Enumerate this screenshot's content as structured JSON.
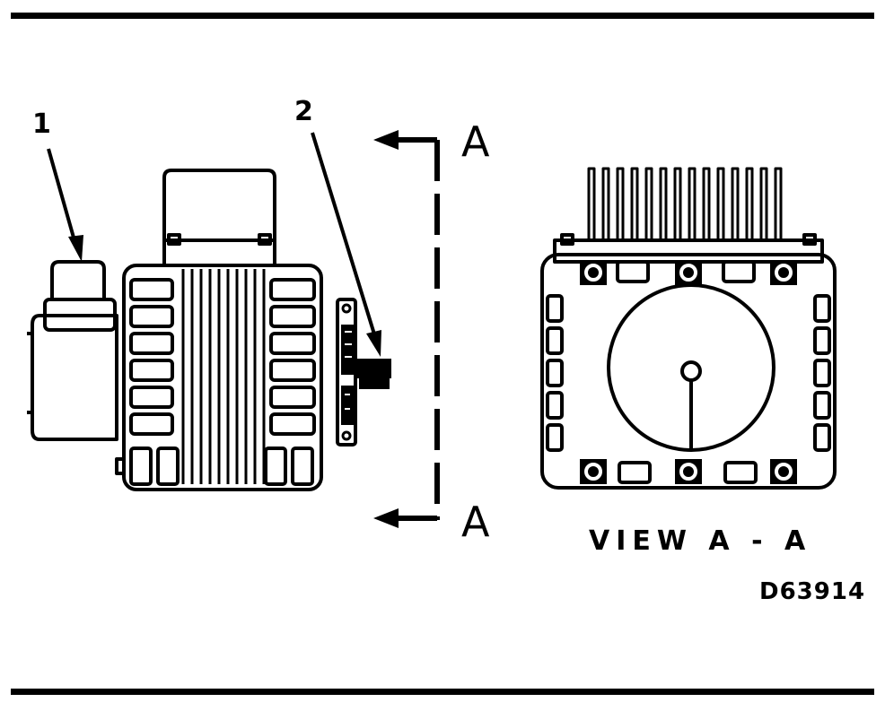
{
  "callouts": [
    "1",
    "2"
  ],
  "section": {
    "top_letter": "A",
    "bottom_letter": "A"
  },
  "view_caption": "VIEW A - A",
  "figure_id": "D63914"
}
